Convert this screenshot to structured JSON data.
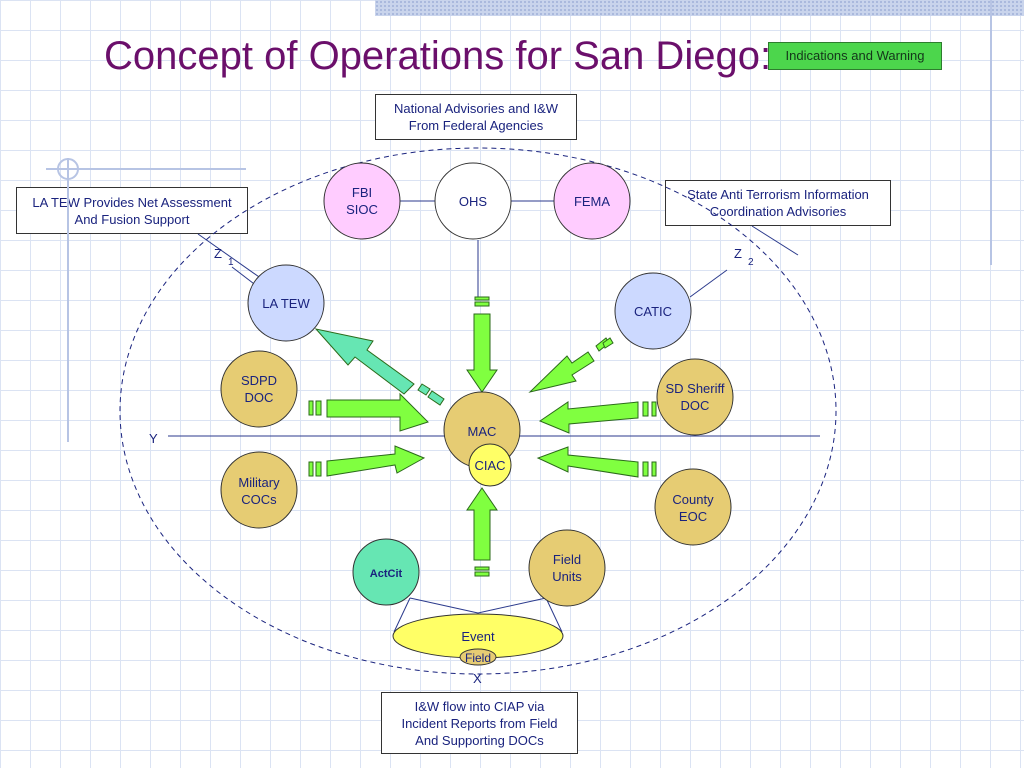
{
  "slide": {
    "title": "Concept of Operations for San Diego:",
    "tag": "Indications and Warning"
  },
  "callouts": {
    "national": [
      "National Advisories and I&W",
      "From Federal Agencies"
    ],
    "la_tew": [
      "LA TEW Provides Net Assessment",
      "And Fusion Support"
    ],
    "state": [
      "State Anti Terrorism Information",
      "Coordination Advisories"
    ],
    "flow": [
      "I&W flow into CIAP via",
      "Incident Reports from Field",
      "And Supporting DOCs"
    ]
  },
  "nodes": {
    "fbi": [
      "FBI",
      "SIOC"
    ],
    "ohs": [
      "OHS"
    ],
    "fema": [
      "FEMA"
    ],
    "la_tew": [
      "LA TEW"
    ],
    "catic": [
      "CATIC"
    ],
    "sdpd": [
      "SDPD",
      "DOC"
    ],
    "sd_sheriff": [
      "SD Sheriff",
      "DOC"
    ],
    "military": [
      "Military",
      "COCs"
    ],
    "county": [
      "County",
      "EOC"
    ],
    "mac": [
      "MAC"
    ],
    "ciac": [
      "CIAC"
    ],
    "actcit": [
      "ActCit"
    ],
    "field_units": [
      "Field",
      "Units"
    ],
    "event": [
      "Event"
    ],
    "field": [
      "Field"
    ]
  },
  "axes": {
    "y": "Y",
    "x": "X",
    "z1": "Z",
    "z1_sub": "1",
    "z2": "Z",
    "z2_sub": "2"
  },
  "colors": {
    "title": "#6b0f6b",
    "tag_fill": "#4cd64c",
    "federal_node": "#ffccff",
    "ohs_node": "#ffffff",
    "regional_node": "#ccd9ff",
    "doc_node": "#e6cc73",
    "ciac_node": "#ffff66",
    "actcit_node": "#66e6b3",
    "arrow_inbound": "#80ff40",
    "arrow_outbound": "#66e6b3",
    "text": "#1a237e"
  }
}
